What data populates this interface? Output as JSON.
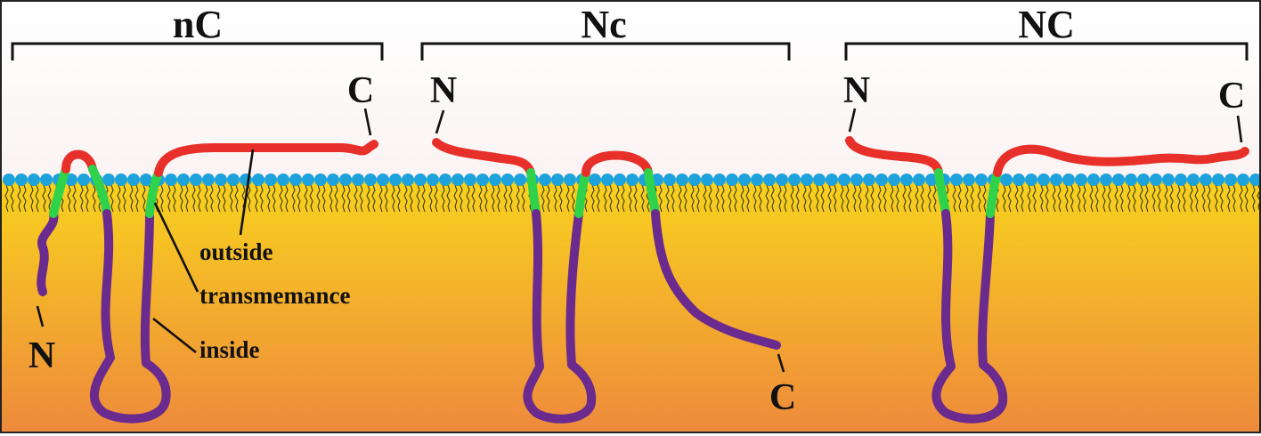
{
  "panels": [
    {
      "title": "nC",
      "n_label": "N",
      "c_label": "C"
    },
    {
      "title": "Nc",
      "n_label": "N",
      "c_label": "C"
    },
    {
      "title": "NC",
      "n_label": "N",
      "c_label": "C"
    }
  ],
  "labels": {
    "outside": "outside",
    "transmembrane": "transmemance",
    "inside": "inside"
  },
  "colors": {
    "outside": "#e8302a",
    "transmembrane": "#2fd24a",
    "inside": "#6a2a8e",
    "lipid_head": "#1ea2dc",
    "cytoplasm_top": "#f8d21e",
    "cytoplasm_bottom": "#ee8a3c"
  }
}
